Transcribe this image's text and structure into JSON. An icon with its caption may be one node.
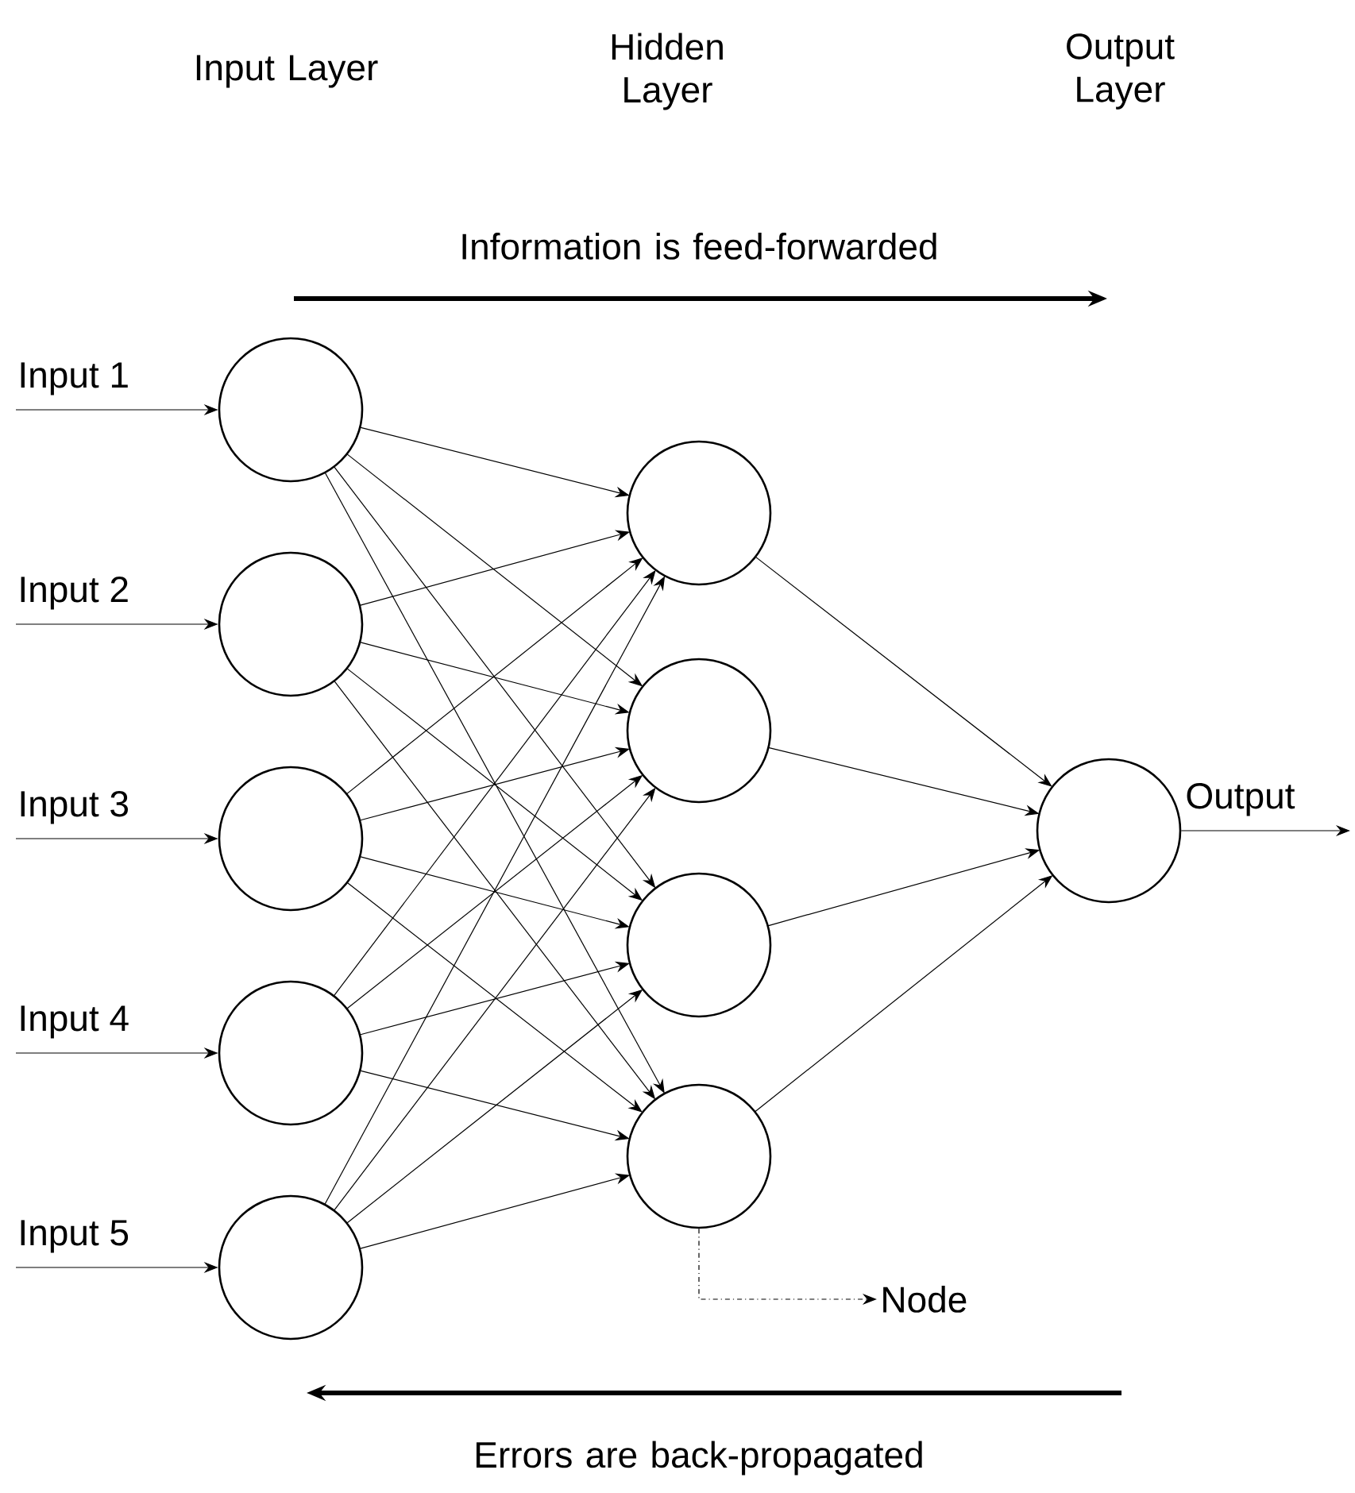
{
  "diagram": {
    "nodes": [
      {
        "text": [],
        "shape": "circle"
      },
      {
        "text": [],
        "shape": "circle"
      },
      {
        "text": [],
        "shape": "circle"
      },
      {
        "text": [],
        "shape": "circle"
      },
      {
        "text": [],
        "shape": "circle"
      },
      {
        "text": [],
        "shape": "circle"
      },
      {
        "text": [],
        "shape": "circle"
      },
      {
        "text": [],
        "shape": "circle"
      },
      {
        "text": [],
        "shape": "circle"
      },
      {
        "text": [],
        "shape": "circle"
      },
      {
        "text": [
          "Node"
        ]
      }
    ],
    "edges": [
      {
        "from": null,
        "to": 0,
        "arrow": "to",
        "label": "Input 1"
      },
      {
        "from": null,
        "to": 1,
        "arrow": "to",
        "label": "Input 2"
      },
      {
        "from": null,
        "to": 2,
        "arrow": "to",
        "label": "Input 3"
      },
      {
        "from": null,
        "to": 3,
        "arrow": "to",
        "label": "Input 4"
      },
      {
        "from": null,
        "to": 4,
        "arrow": "to",
        "label": "Input 5"
      },
      {
        "from": 0,
        "to": 5,
        "arrow": "to"
      },
      {
        "from": 0,
        "to": 6,
        "arrow": "to"
      },
      {
        "from": 0,
        "to": 7,
        "arrow": "to"
      },
      {
        "from": 0,
        "to": 8,
        "arrow": "to"
      },
      {
        "from": 1,
        "to": 5,
        "arrow": "to"
      },
      {
        "from": 1,
        "to": 6,
        "arrow": "to"
      },
      {
        "from": 1,
        "to": 7,
        "arrow": "to"
      },
      {
        "from": 1,
        "to": 8,
        "arrow": "to"
      },
      {
        "from": 2,
        "to": 5,
        "arrow": "to"
      },
      {
        "from": 2,
        "to": 6,
        "arrow": "to"
      },
      {
        "from": 2,
        "to": 7,
        "arrow": "to"
      },
      {
        "from": 2,
        "to": 8,
        "arrow": "to"
      },
      {
        "from": 3,
        "to": 5,
        "arrow": "to"
      },
      {
        "from": 3,
        "to": 6,
        "arrow": "to"
      },
      {
        "from": 3,
        "to": 7,
        "arrow": "to"
      },
      {
        "from": 3,
        "to": 8,
        "arrow": "to"
      },
      {
        "from": 4,
        "to": 5,
        "arrow": "to"
      },
      {
        "from": 4,
        "to": 6,
        "arrow": "to"
      },
      {
        "from": 4,
        "to": 7,
        "arrow": "to"
      },
      {
        "from": 4,
        "to": 8,
        "arrow": "to"
      },
      {
        "from": 5,
        "to": 9,
        "arrow": "to"
      },
      {
        "from": 6,
        "to": 9,
        "arrow": "to"
      },
      {
        "from": 7,
        "to": 9,
        "arrow": "to"
      },
      {
        "from": 8,
        "to": 9,
        "arrow": "to"
      },
      {
        "from": 9,
        "to": null,
        "arrow": "to",
        "label": "Output"
      },
      {
        "from": 8,
        "to": 10,
        "arrow": "to",
        "style": "dashed"
      }
    ],
    "labels": [
      "Input Layer",
      "Hidden Layer",
      "Output Layer",
      "Information is feed-forwarded",
      "Errors are back-propagated"
    ]
  }
}
